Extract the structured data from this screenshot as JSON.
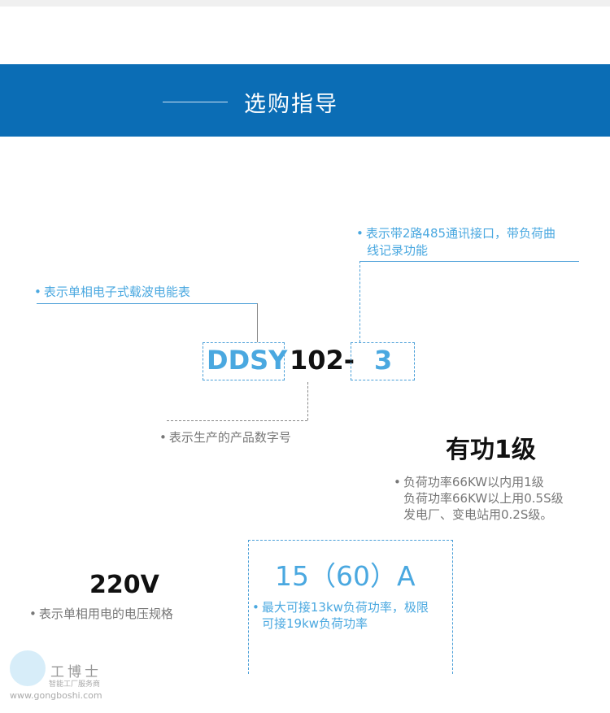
{
  "banner": {
    "title": "选购指导"
  },
  "model": {
    "prefix": "DDSY",
    "middle": "102-",
    "suffix": "3"
  },
  "labels": {
    "prefix_desc": "表示单相电子式载波电能表",
    "suffix_desc_1": "表示带2路485通讯接口，带负荷曲",
    "suffix_desc_2": "线记录功能",
    "middle_desc": "表示生产的产品数字号"
  },
  "accuracy": {
    "title": "有功1级",
    "lines": [
      "负荷功率66KW以内用1级",
      "负荷功率66KW以上用0.5S级",
      "发电厂、变电站用0.2S级。"
    ]
  },
  "voltage": {
    "value": "220V",
    "desc": "表示单相用电的电压规格"
  },
  "current": {
    "value": "15（60）A",
    "desc_1": "最大可接13kw负荷功率，极限",
    "desc_2": "可接19kw负荷功率"
  },
  "watermark": {
    "name": "工博士",
    "tagline": "智能工厂服务商",
    "url": "www.gongboshi.com"
  },
  "colors": {
    "banner": "#0b6db5",
    "accent": "#4aa8e0"
  }
}
